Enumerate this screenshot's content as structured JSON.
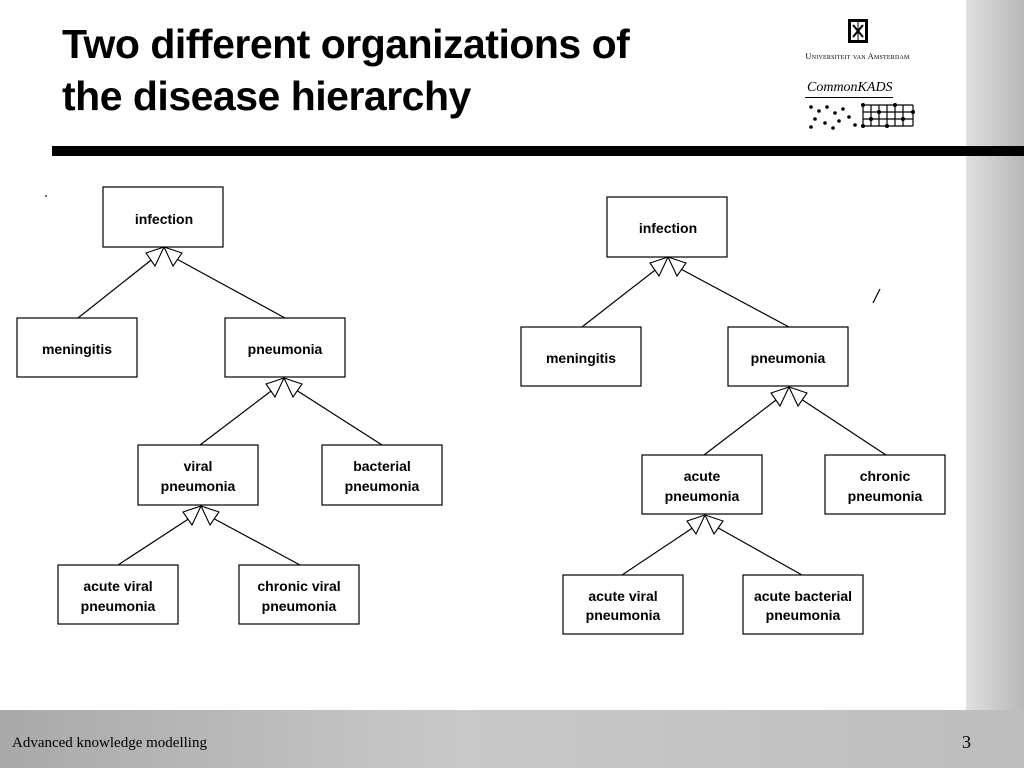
{
  "slide": {
    "title_line1": "Two different organizations of",
    "title_line2": "the disease hierarchy",
    "footer": "Advanced knowledge modelling",
    "page_number": "3"
  },
  "logos": {
    "university": "Universiteit van Amsterdam",
    "commonkads": "CommonKADS"
  },
  "diagram_left": {
    "infection": "infection",
    "meningitis": "meningitis",
    "pneumonia": "pneumonia",
    "viral_1": "viral",
    "viral_2": "pneumonia",
    "bacterial_1": "bacterial",
    "bacterial_2": "pneumonia",
    "acute_viral_1": "acute viral",
    "acute_viral_2": "pneumonia",
    "chronic_viral_1": "chronic viral",
    "chronic_viral_2": "pneumonia"
  },
  "diagram_right": {
    "infection": "infection",
    "meningitis": "meningitis",
    "pneumonia": "pneumonia",
    "acute_1": "acute",
    "acute_2": "pneumonia",
    "chronic_1": "chronic",
    "chronic_2": "pneumonia",
    "acute_viral_1": "acute viral",
    "acute_viral_2": "pneumonia",
    "acute_bacterial_1": "acute bacterial",
    "acute_bacterial_2": "pneumonia"
  }
}
